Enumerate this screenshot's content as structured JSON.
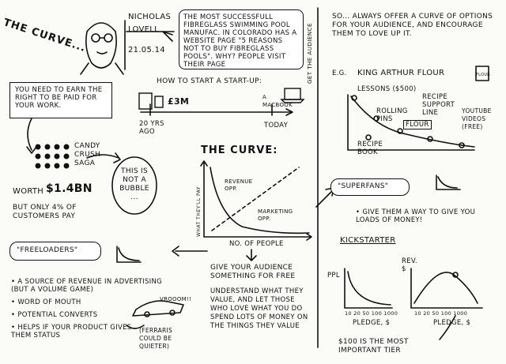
{
  "title": "THE CURVE...",
  "author": {
    "name_line1": "NICHOLAS",
    "name_line2": "LOVELL",
    "date": "21.05.14"
  },
  "intro_text": "THE MOST SUCCESSFULL FIBREGLASS SWIMMING POOL MANUFAC. IN COLORADO HAS A WEBSITE PAGE \"5 REASONS NOT TO BUY FIBREGLASS POOLS\". WHY? PEOPLE VISIT THEIR PAGE",
  "vertical_note": "GET THE AUDIENCE",
  "so_text": "SO... ALWAYS OFFER A CURVE OF OPTIONS FOR YOUR AUDIENCE, AND ENCOURAGE THEM TO LOVE UP IT.",
  "eg": {
    "prefix": "E.G.",
    "title": "KING ARTHUR FLOUR",
    "bag_label": "FLOUR"
  },
  "king_arthur_items": [
    "LESSONS ($500)",
    "ROLLING PINS",
    "FLOUR",
    "RECIPE SUPPORT LINE",
    "RECIPE BOOK",
    "YOUTUBE VIDEOS (FREE)"
  ],
  "earn_text": "YOU NEED TO EARN THE RIGHT TO BE PAID FOR YOUR WORK.",
  "startup": {
    "title": "HOW TO START A START-UP:",
    "price": "£3M",
    "macbook": "A MACBOOK",
    "then": "20 YRS AGO",
    "now": "TODAY"
  },
  "candy": {
    "name": "CANDY CRUSH SAGA",
    "worth_label": "WORTH",
    "worth_value": "$1.4bn",
    "but_text": "BUT ONLY 4% OF CUSTOMERS PAY"
  },
  "bubble_text": "THIS IS NOT A BUBBLE ...",
  "curve_chart": {
    "title": "THE CURVE:",
    "ylabel": "WHAT THEY'LL PAY",
    "xlabel": "NO. OF PEOPLE",
    "revenue_label": "REVENUE OPP.",
    "marketing_label": "MARKETING OPP."
  },
  "give_free": "GIVE YOUR AUDIENCE SOMETHING FOR FREE",
  "understand": "UNDERSTAND WHAT THEY VALUE, AND LET THOSE WHO LOVE WHAT YOU DO SPEND LOTS OF MONEY ON THE THINGS THEY VALUE",
  "freeloaders": {
    "label": "\"FREELOADERS\"",
    "bullets": [
      "A SOURCE OF REVENUE IN ADVERTISING (BUT A VOLUME GAME)",
      "WORD OF MOUTH",
      "POTENTIAL CONVERTS",
      "HELPS IF YOUR PRODUCT GIVES THEM STATUS"
    ],
    "vroom": "VROOOM!!",
    "ferraris": "(FERRARIS COULD BE QUIETER)"
  },
  "superfans": {
    "label": "\"SUPERFANS\"",
    "bullet": "GIVE THEM A WAY TO GIVE YOU LOADS OF MONEY!"
  },
  "kickstarter": {
    "title": "KICKSTARTER",
    "left_ylabel": "PPL",
    "right_ylabel": "REV. $",
    "ticks": "10 20 50 100 1000",
    "xlabel": "PLEDGE, $",
    "conclusion": "$100 IS THE MOST IMPORTANT TIER"
  }
}
